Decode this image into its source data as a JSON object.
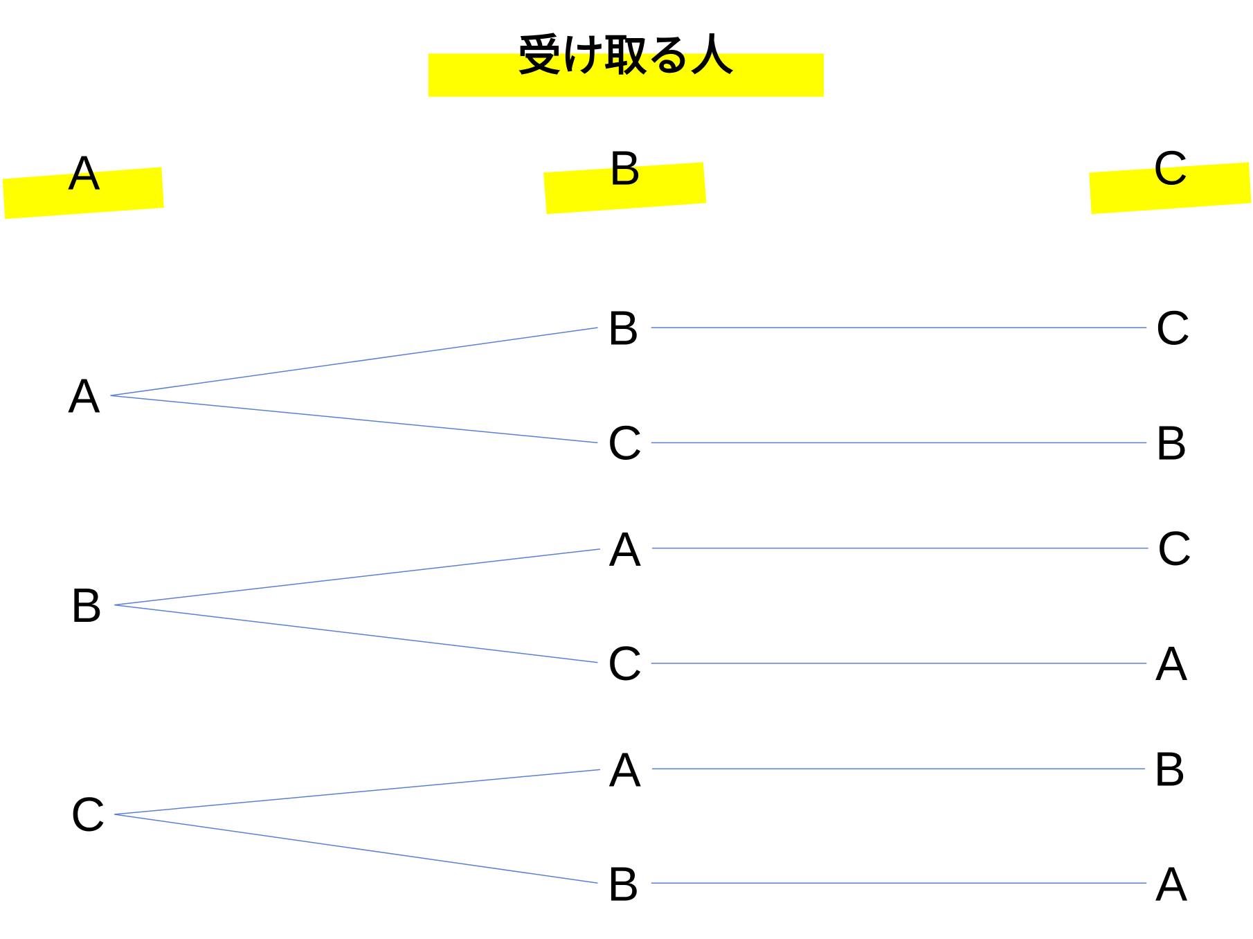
{
  "title": "受け取る人",
  "headers": [
    "A",
    "B",
    "C"
  ],
  "tree": {
    "roots": [
      "A",
      "B",
      "C"
    ],
    "second": [
      "B",
      "C",
      "A",
      "C",
      "A",
      "B"
    ],
    "third": [
      "C",
      "B",
      "C",
      "A",
      "B",
      "A"
    ]
  },
  "colors": {
    "highlight": "#ffff00",
    "line": "#5b7fd6"
  }
}
